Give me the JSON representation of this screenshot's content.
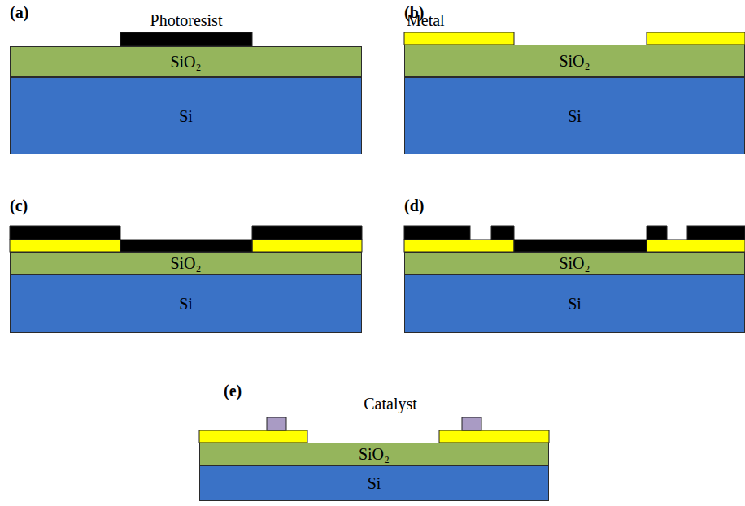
{
  "diagram": {
    "nodes": [
      {
        "text": [
          "SiO₂"
        ]
      },
      {
        "text": [
          "Si"
        ]
      },
      {
        "text": [
          "SiO₂"
        ]
      },
      {
        "text": [
          "Si"
        ]
      },
      {
        "text": [
          "SiO₂"
        ]
      },
      {
        "text": [
          "Si"
        ]
      },
      {
        "text": [
          "SiO₂"
        ]
      },
      {
        "text": [
          "Si"
        ]
      },
      {
        "text": [
          "SiO₂"
        ]
      },
      {
        "text": [
          "Si"
        ]
      }
    ],
    "labels": [
      "(a)",
      "Photoresist",
      "(b)",
      "Metal",
      "(c)",
      "(d)",
      "(e)",
      "Catalyst"
    ]
  }
}
